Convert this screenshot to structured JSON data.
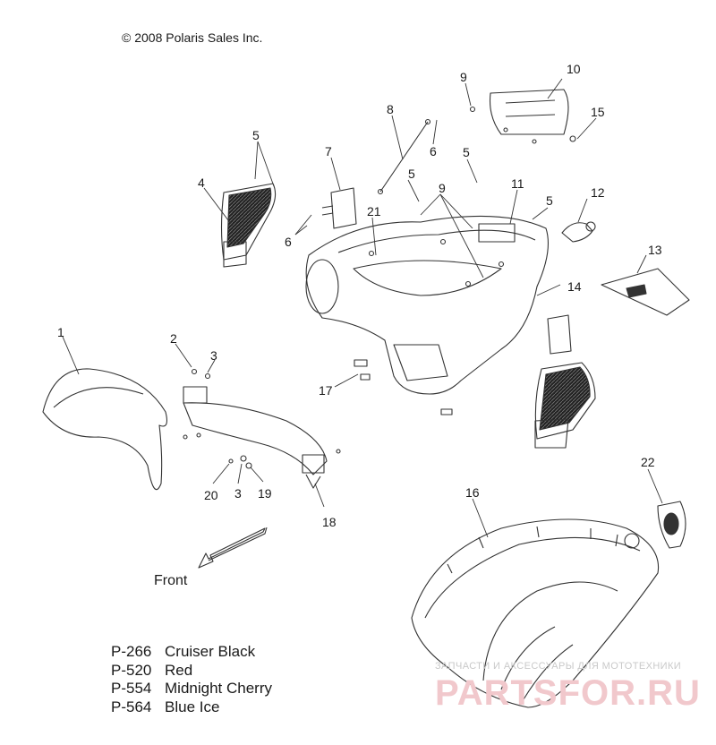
{
  "copyright": "© 2008 Polaris Sales Inc.",
  "direction_label": "Front",
  "callouts": [
    "1",
    "2",
    "3",
    "3",
    "4",
    "5",
    "5",
    "5",
    "5",
    "6",
    "6",
    "7",
    "8",
    "9",
    "9",
    "10",
    "11",
    "12",
    "13",
    "14",
    "15",
    "16",
    "17",
    "18",
    "19",
    "20",
    "21",
    "22"
  ],
  "legend": [
    {
      "code": "P-266",
      "name": "Cruiser Black"
    },
    {
      "code": "P-520",
      "name": "Red"
    },
    {
      "code": "P-554",
      "name": "Midnight Cherry"
    },
    {
      "code": "P-564",
      "name": "Blue Ice"
    }
  ],
  "watermark": {
    "subtitle": "ЗАПЧАСТИ И АКСЕССУАРЫ ДЛЯ МОТОТЕХНИКИ",
    "brand": "PARTSFOR.RU"
  },
  "colors": {
    "line": "#333333",
    "dark_fill": "#2a2a2a",
    "watermark_red": "#f1c8cc"
  }
}
